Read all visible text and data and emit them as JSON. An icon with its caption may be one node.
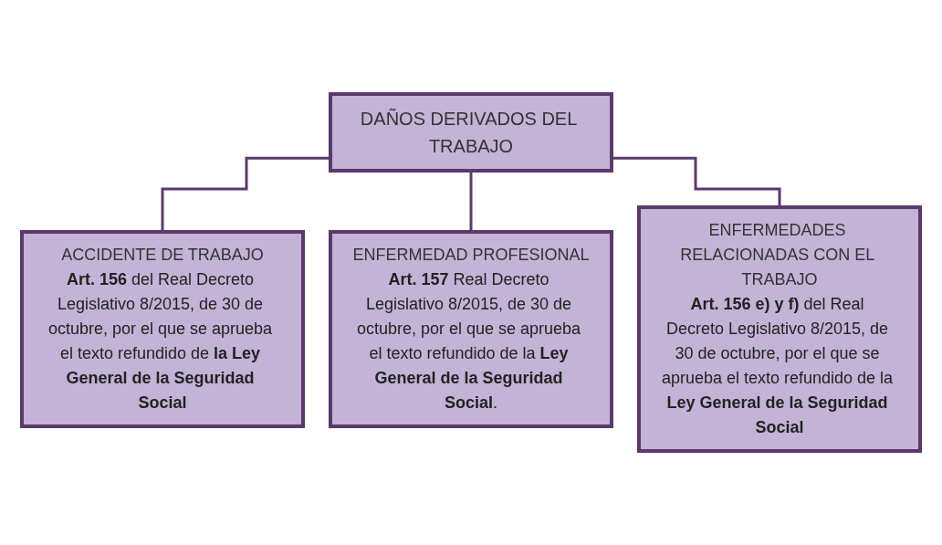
{
  "diagram": {
    "nodes": [
      {
        "text": [
          "DAÑOS DERIVADOS DEL TRABAJO"
        ]
      },
      {
        "text": [
          "ACCIDENTE DE TRABAJO",
          "**Art. 156** del Real Decreto Legislativo 8/2015, de 30 de octubre, por el que se aprueba el texto refundido de **la Ley General de la Seguridad Social**"
        ]
      },
      {
        "text": [
          "ENFERMEDAD PROFESIONAL",
          "**Art. 157** Real Decreto Legislativo 8/2015, de 30 de octubre, por el que se aprueba el texto refundido de la **Ley General de la Seguridad Social**."
        ]
      },
      {
        "text": [
          "ENFERMEDADES RELACIONADAS CON EL TRABAJO",
          "**Art. 156 e) y f)** del Real Decreto Legislativo 8/2015, de 30 de octubre, por el que se aprueba el texto refundido de la **Ley General de la Seguridad Social**"
        ]
      }
    ],
    "edges": [
      {
        "from": 0,
        "to": 1,
        "arrow": "none"
      },
      {
        "from": 0,
        "to": 2,
        "arrow": "none"
      },
      {
        "from": 0,
        "to": 3,
        "arrow": "none"
      }
    ]
  }
}
